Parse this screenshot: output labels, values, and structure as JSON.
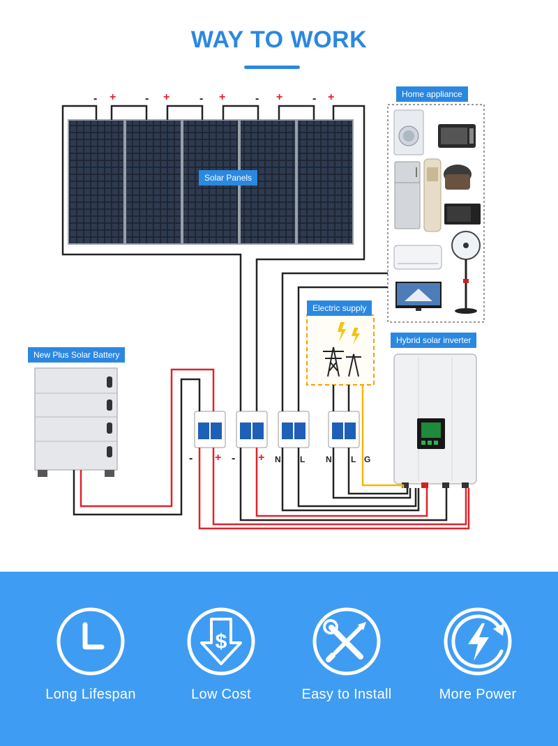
{
  "header": {
    "title": "WAY TO WORK"
  },
  "labels": {
    "home_appliance": "Home appliance",
    "solar_panels": "Solar Panels",
    "electric_supply": "Electric supply",
    "battery": "New Plus Solar Battery",
    "inverter": "Hybrid solar inverter"
  },
  "panel_polarity": {
    "negative": "-",
    "positive": "+"
  },
  "breaker_terminals": [
    {
      "left": "-",
      "right": "+"
    },
    {
      "left": "-",
      "right": "+"
    },
    {
      "left": "N",
      "right": "L"
    },
    {
      "left": "N",
      "right": "L",
      "extra": "G"
    }
  ],
  "features": [
    {
      "label": "Long Lifespan",
      "icon": "clock-icon"
    },
    {
      "label": "Low Cost",
      "icon": "dollar-arrow-icon"
    },
    {
      "label": "Easy to Install",
      "icon": "wrench-screwdriver-icon"
    },
    {
      "label": "More Power",
      "icon": "lightning-refresh-icon"
    }
  ],
  "colors": {
    "accent": "#2b88e0",
    "banner": "#3f9cf3",
    "positive_wire": "#e0222a",
    "negative_wire": "#222222",
    "ground_wire": "#f5b700"
  }
}
